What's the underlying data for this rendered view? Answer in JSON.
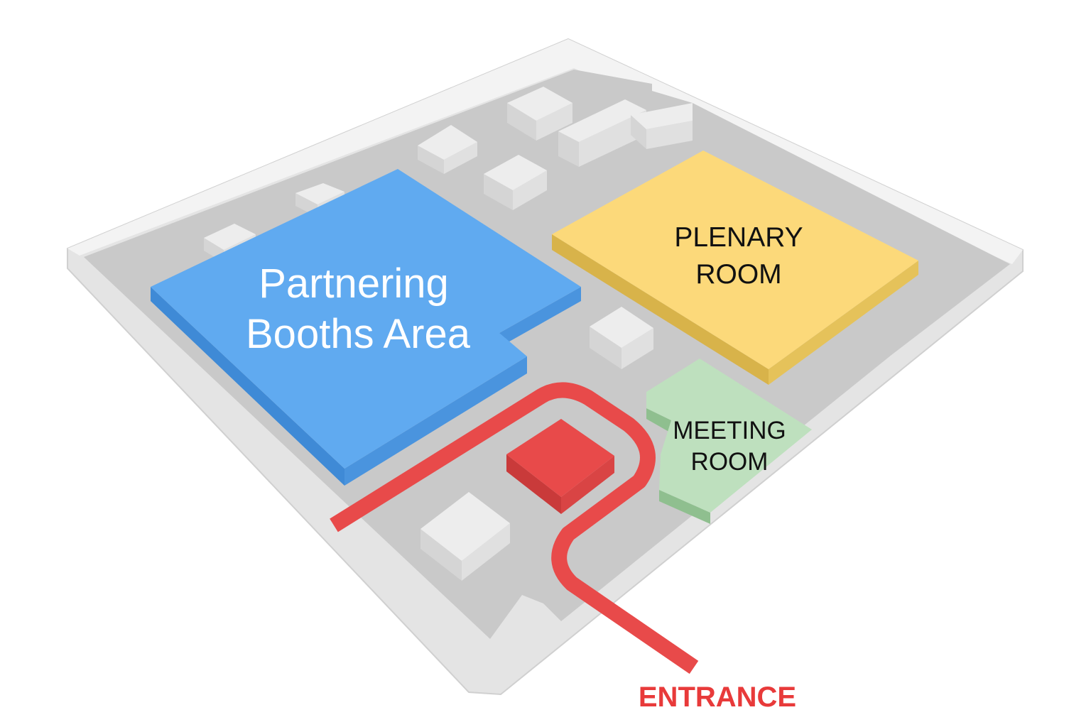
{
  "zones": {
    "partnering": {
      "line1": "Partnering",
      "line2": "Booths Area",
      "color": "#60aaf0",
      "side": "#3f8ad6"
    },
    "plenary": {
      "line1": "PLENARY",
      "line2": "ROOM",
      "color": "#fcd97a",
      "side": "#d8b34a"
    },
    "meeting": {
      "line1": "MEETING",
      "line2": "ROOM",
      "color": "#bee0be",
      "side": "#8fbf8f"
    }
  },
  "entrance": {
    "label": "ENTRANCE",
    "color": "#e84a4a"
  },
  "floor_color": "#c9c9c9",
  "wall_color": "#e6e6e6"
}
